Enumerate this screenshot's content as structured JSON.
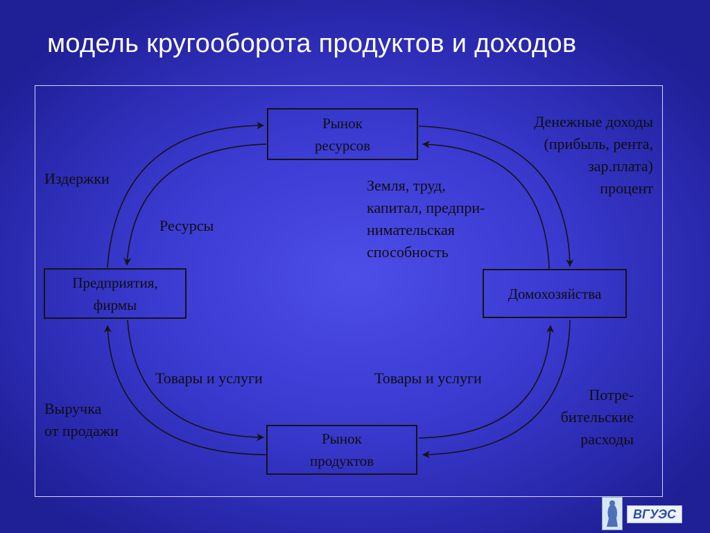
{
  "title": "модель кругооборота продуктов и доходов",
  "boxes": {
    "resource_market": "Рынок\nресурсов",
    "firms": "Предприятия,\nфирмы",
    "households": "Домохозяйства",
    "product_market": "Рынок\nпродуктов"
  },
  "labels": {
    "costs": "Издержки",
    "resources": "Ресурсы",
    "money_income": "Денежные доходы\n(прибыль, рента,\nзар.плата)\nпроцент",
    "factors": "Земля, труд,\nкапитал, предпри-\nнимательская\nспособность",
    "goods_left": "Товары и услуги",
    "goods_right": "Товары и услуги",
    "revenue": "Выручка\nот продажи",
    "consumer_spending": "Потре-\nбительские\nрасходы"
  },
  "logo": {
    "text": "ВГУЭС"
  },
  "colors": {
    "background": "#3b3bd2",
    "ink": "#141414",
    "title": "#ffffff"
  }
}
